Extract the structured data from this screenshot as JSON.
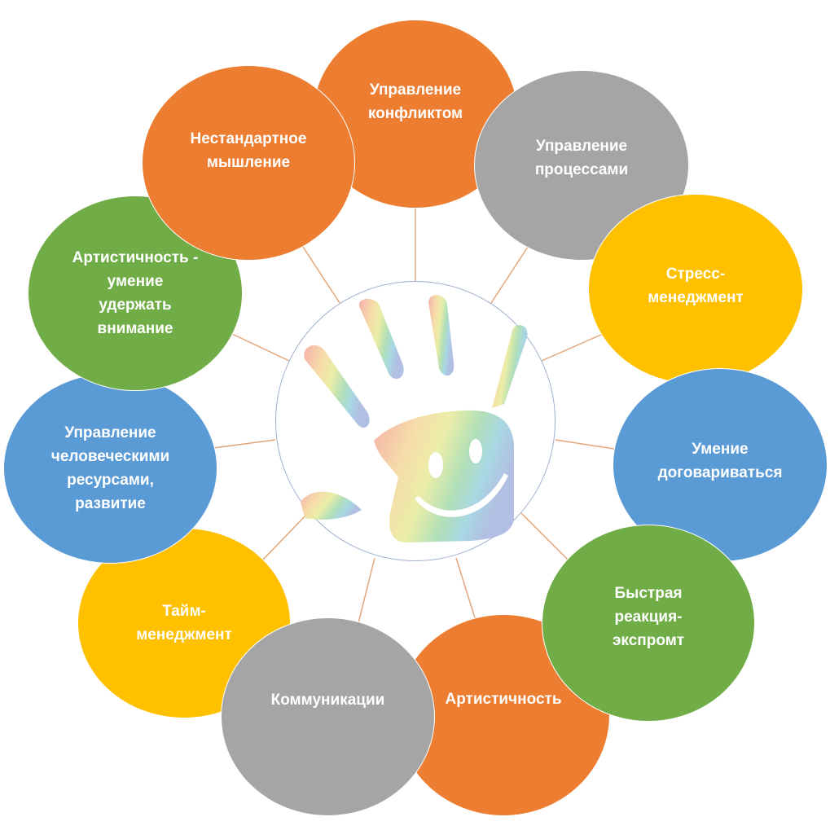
{
  "diagram": {
    "center_image": "rainbow-handprint-smiley",
    "nodes": [
      {
        "label": "Управление\nконфликтом",
        "color": "#ED7D31"
      },
      {
        "label": "Управление\nпроцессами",
        "color": "#A5A5A5"
      },
      {
        "label": "Стресс-\nменеджмент",
        "color": "#FFC000"
      },
      {
        "label": "Умение\nдоговариваться",
        "color": "#5B9BD5"
      },
      {
        "label": "Быстрая\nреакция-\nэкспромт",
        "color": "#70AD47"
      },
      {
        "label": "Артистичность",
        "color": "#ED7D31"
      },
      {
        "label": "Коммуникации",
        "color": "#A5A5A5"
      },
      {
        "label": "Тайм-\nменеджмент",
        "color": "#FFC000"
      },
      {
        "label": "Управление\nчеловеческими\nресурсами,\nразвитие",
        "color": "#5B9BD5"
      },
      {
        "label": "Артистичность -\nумение\nудержать\nвнимание",
        "color": "#70AD47"
      },
      {
        "label": "Нестандартное\nмышление",
        "color": "#ED7D31"
      }
    ],
    "connector_color": "#E0A070"
  }
}
